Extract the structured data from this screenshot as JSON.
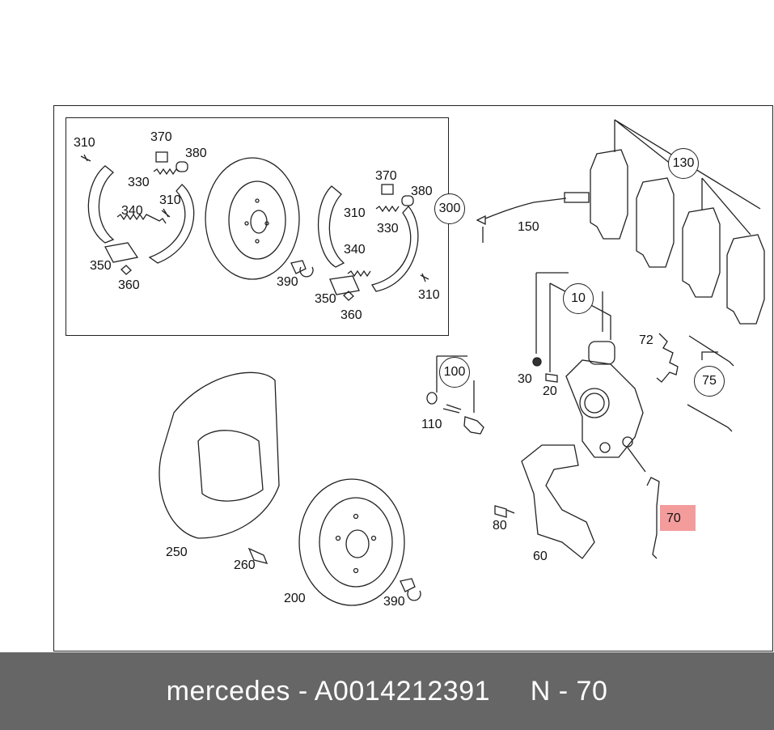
{
  "footer": {
    "brand": "mercedes",
    "separator": " - ",
    "part_number": "A0014212391",
    "gap": "     ",
    "ref_prefix": "N - ",
    "ref_number": "70"
  },
  "highlight_color": "#f28b8b",
  "callouts": {
    "c300": "300",
    "c130": "130",
    "c10": "10",
    "c100": "100",
    "c75": "75"
  },
  "labels": {
    "l310a": "310",
    "l370a": "370",
    "l380a": "380",
    "l330a": "330",
    "l310b": "310",
    "l340a": "340",
    "l350a": "350",
    "l360a": "360",
    "l370b": "370",
    "l380b": "380",
    "l310c": "310",
    "l330b": "330",
    "l340b": "340",
    "l390a": "390",
    "l350b": "350",
    "l360b": "360",
    "l310d": "310",
    "l150": "150",
    "l72": "72",
    "l30": "30",
    "l20": "20",
    "l110": "110",
    "l80": "80",
    "l60": "60",
    "l70": "70",
    "l250": "250",
    "l260": "260",
    "l200": "200",
    "l390b": "390"
  }
}
